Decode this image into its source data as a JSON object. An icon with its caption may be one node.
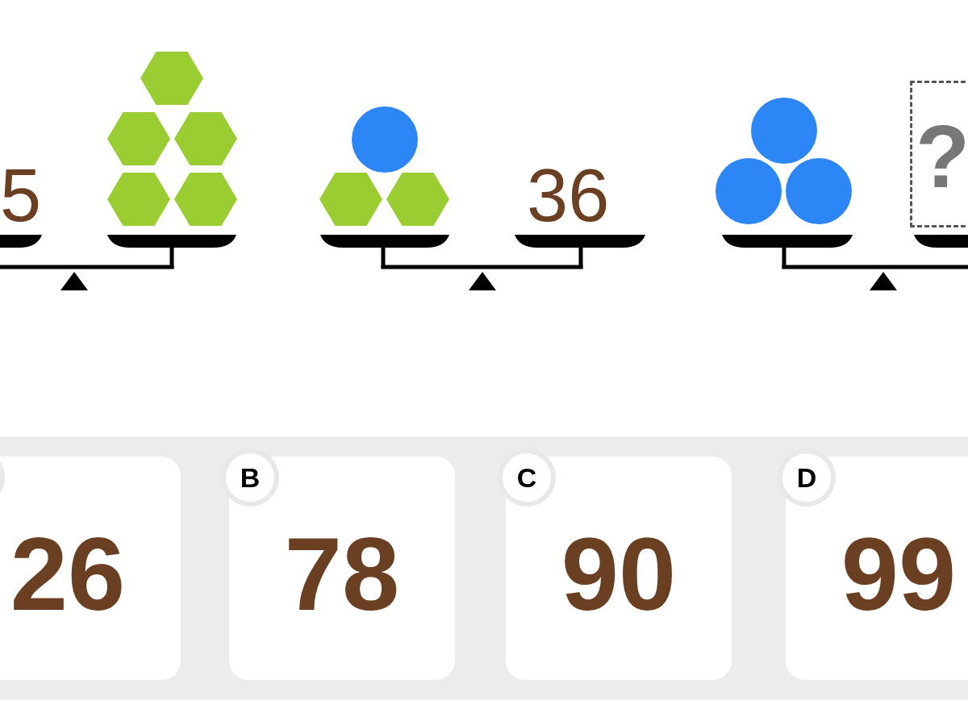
{
  "diagram": {
    "nodes": [
      {
        "text": [
          "?"
        ]
      },
      {
        "text": [
          "26"
        ]
      },
      {
        "text": [],
        "shape": "circle",
        "in": 1
      },
      {
        "text": [
          "78"
        ]
      },
      {
        "text": [
          "B"
        ],
        "in": 3
      },
      {
        "text": [
          "90"
        ]
      },
      {
        "text": [
          "C"
        ],
        "in": 5
      },
      {
        "text": [
          "99"
        ]
      },
      {
        "text": [
          "D"
        ],
        "in": 7
      }
    ],
    "labels": [
      "5",
      "36"
    ]
  }
}
